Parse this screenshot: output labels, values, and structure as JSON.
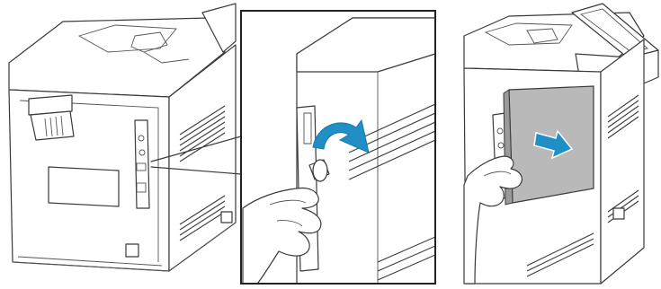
{
  "figure": {
    "panels": [
      "printer-rear-view",
      "zoom-detail-lever",
      "printer-rear-door-open"
    ],
    "colors": {
      "line": "#3a3a3a",
      "arrow_blue": "#1f8fc6",
      "door_gray": "#b9b9b9",
      "background": "#ffffff"
    },
    "icons": [
      "curved-arrow-icon",
      "straight-arrow-icon",
      "hand-icon",
      "power-switch-icon"
    ]
  }
}
